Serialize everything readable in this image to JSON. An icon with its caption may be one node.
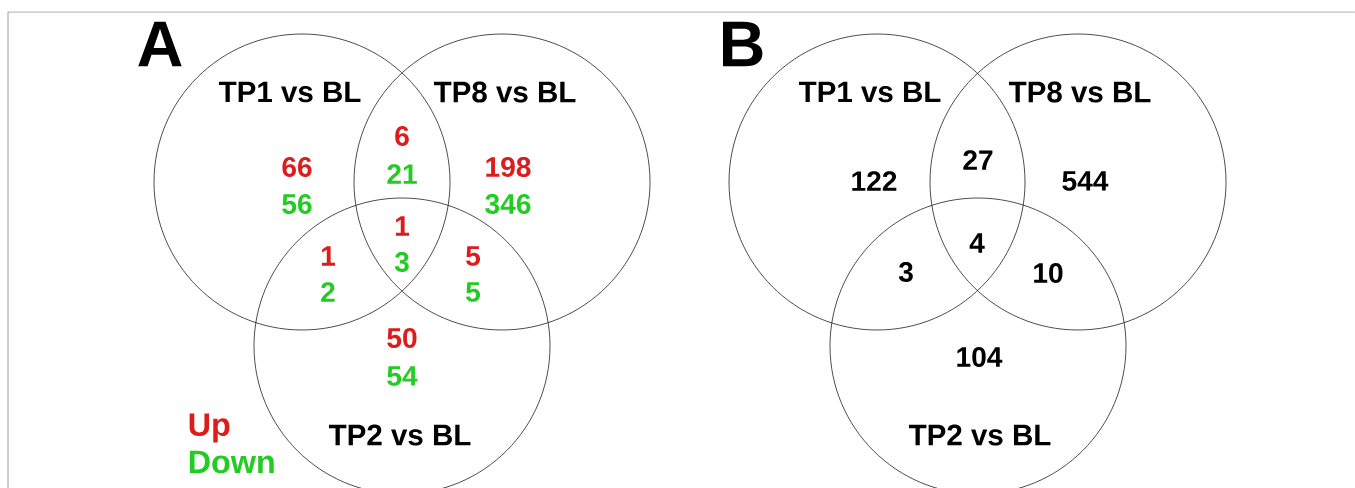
{
  "diagram": {
    "nodes": [
      {
        "text": [
          "TP1 vs BL"
        ]
      },
      {
        "text": [
          "TP8 vs BL"
        ]
      },
      {
        "text": [
          "TP2 vs BL"
        ]
      },
      {
        "text": [
          "TP1 vs BL"
        ]
      },
      {
        "text": [
          "TP8 vs BL"
        ]
      },
      {
        "text": [
          "TP2 vs BL"
        ]
      }
    ],
    "edges": [],
    "labels": [
      "A",
      "66",
      "56",
      "6",
      "21",
      "198",
      "346",
      "1",
      "3",
      "1",
      "2",
      "5",
      "5",
      "50",
      "54",
      "B",
      "122",
      "27",
      "544",
      "4",
      "3",
      "10",
      "104"
    ],
    "legend": [
      {
        "text": "Up",
        "color": "#dd1c1c"
      },
      {
        "text": "Down",
        "color": "#22cc22"
      }
    ]
  }
}
